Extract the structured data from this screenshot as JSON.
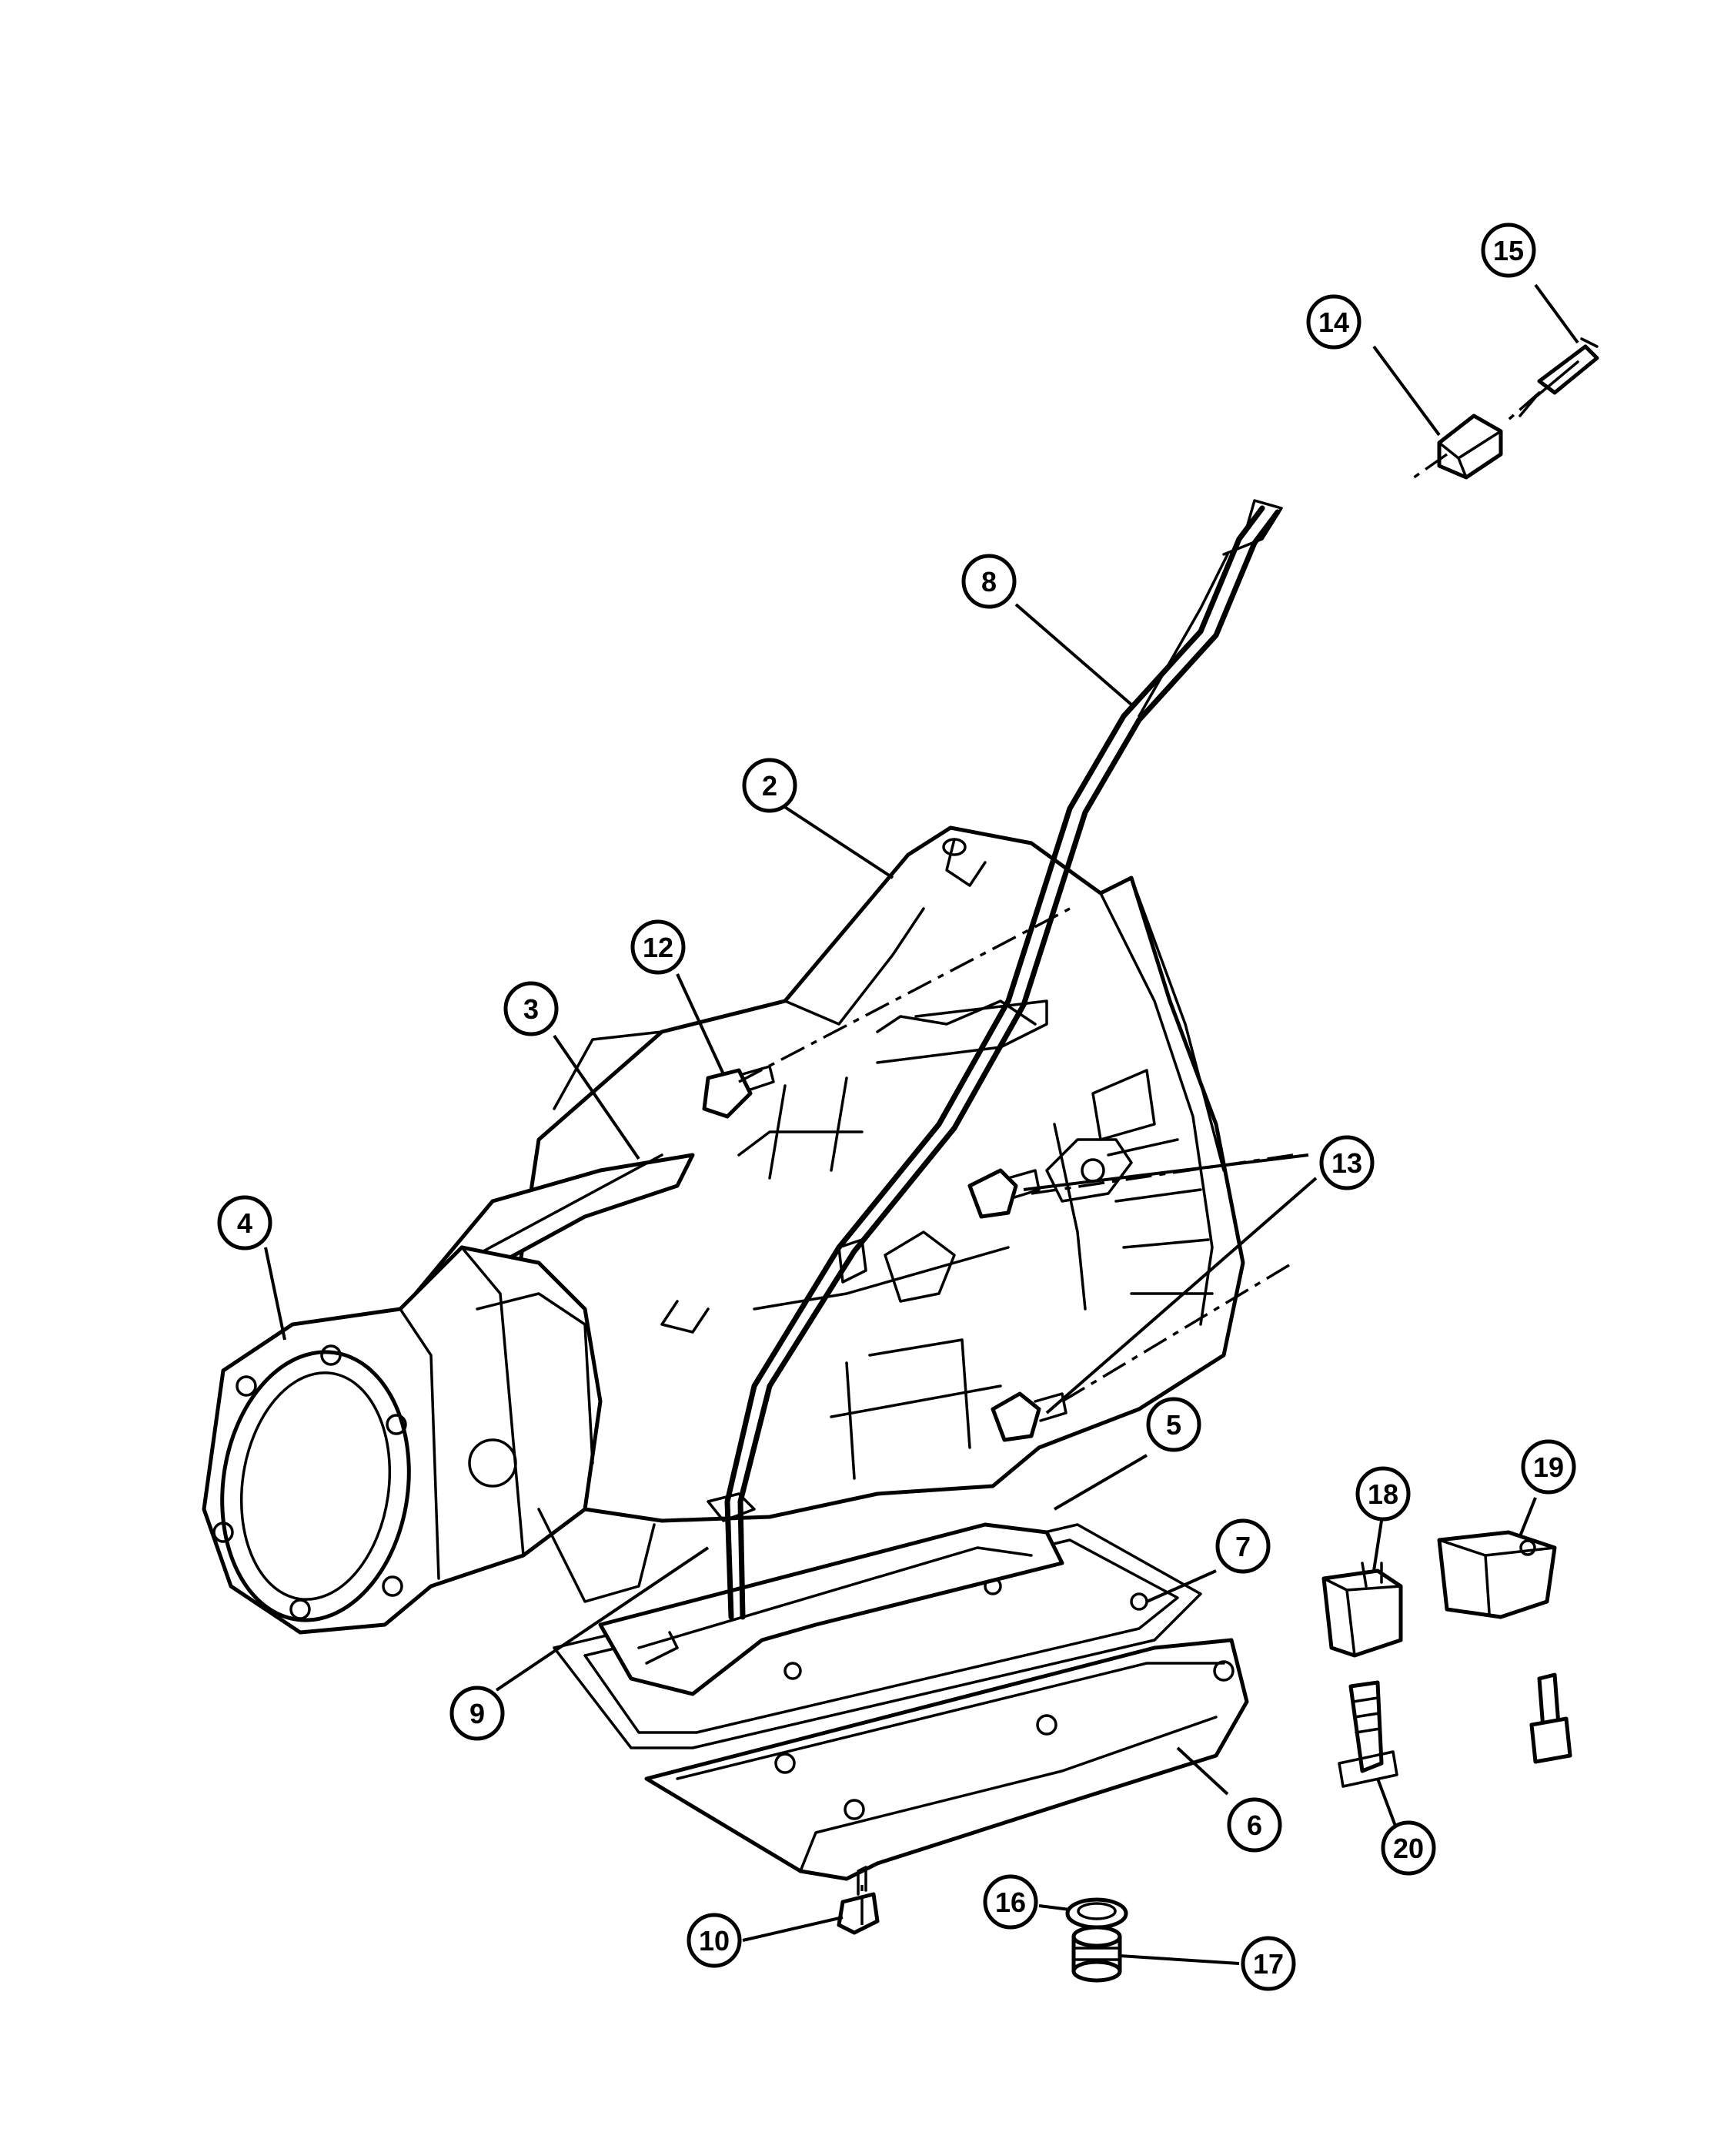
{
  "diagram": {
    "callouts": [
      {
        "id": "2",
        "label": "2"
      },
      {
        "id": "3",
        "label": "3"
      },
      {
        "id": "4",
        "label": "4"
      },
      {
        "id": "5",
        "label": "5"
      },
      {
        "id": "6",
        "label": "6"
      },
      {
        "id": "7",
        "label": "7"
      },
      {
        "id": "8",
        "label": "8"
      },
      {
        "id": "9",
        "label": "9"
      },
      {
        "id": "10",
        "label": "10"
      },
      {
        "id": "12",
        "label": "12"
      },
      {
        "id": "13",
        "label": "13"
      },
      {
        "id": "14",
        "label": "14"
      },
      {
        "id": "15",
        "label": "15"
      },
      {
        "id": "16",
        "label": "16"
      },
      {
        "id": "17",
        "label": "17"
      },
      {
        "id": "18",
        "label": "18"
      },
      {
        "id": "19",
        "label": "19"
      },
      {
        "id": "20",
        "label": "20"
      }
    ]
  }
}
